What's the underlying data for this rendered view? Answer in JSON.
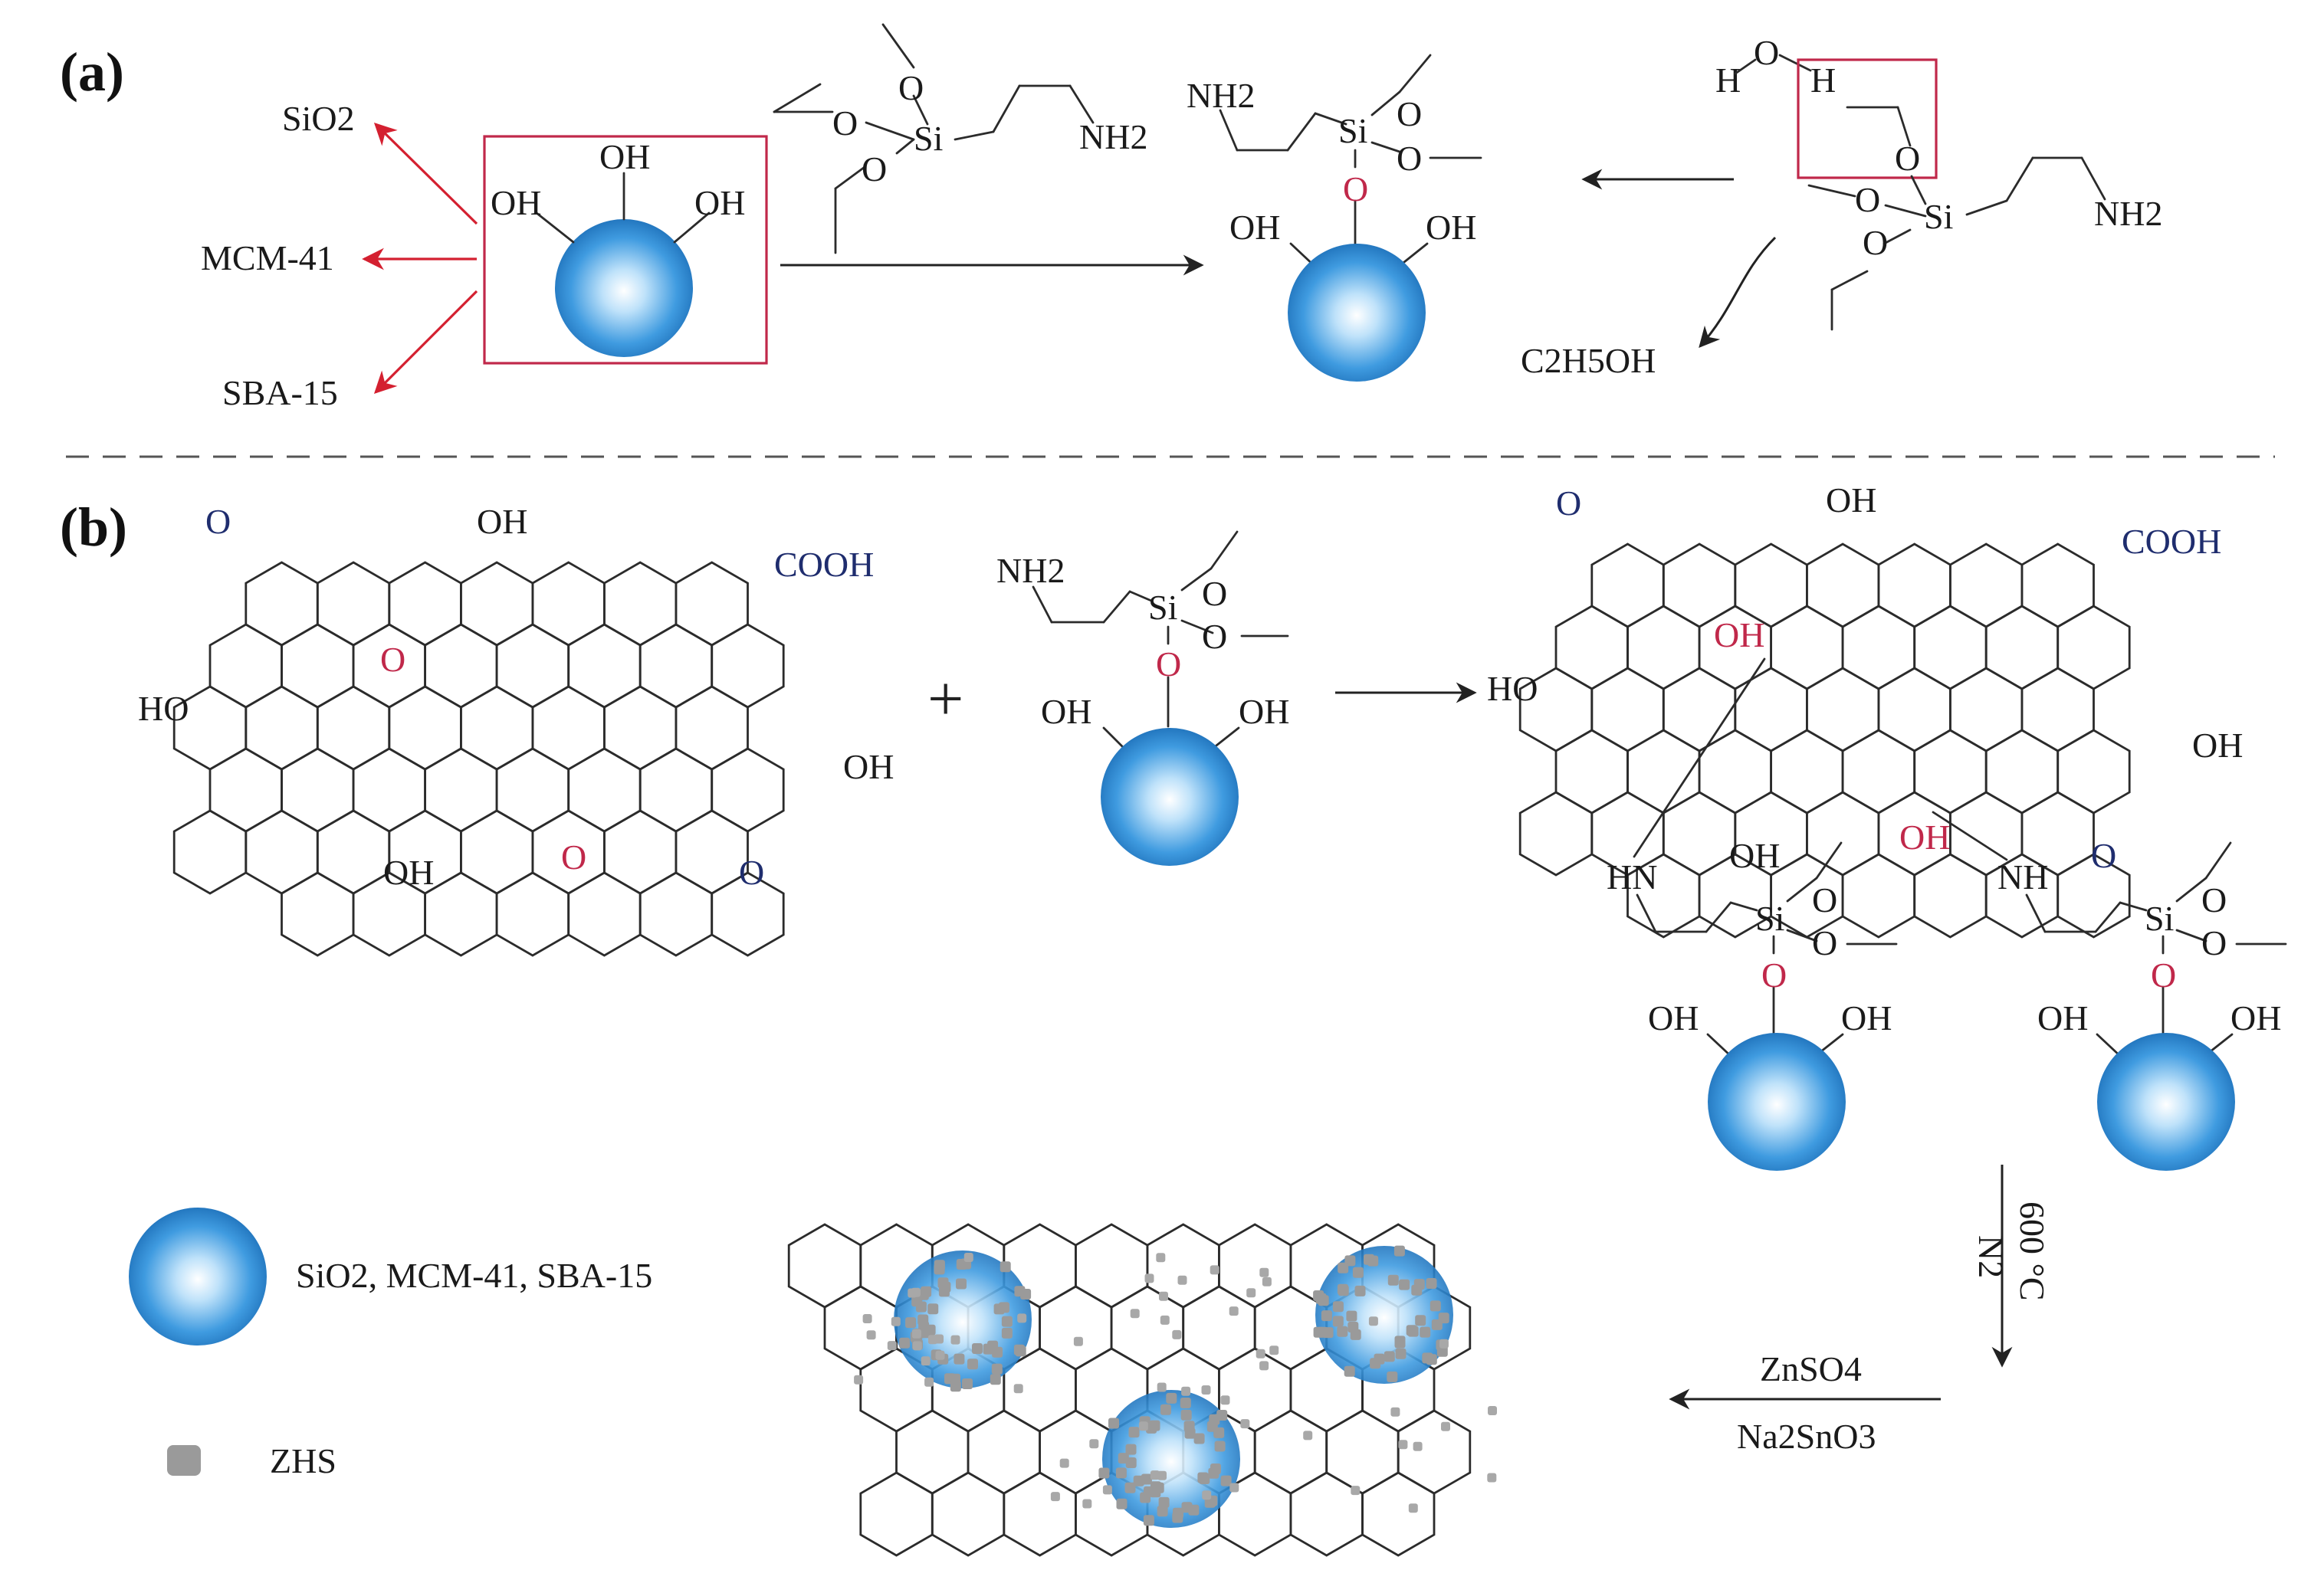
{
  "panels": {
    "a": "(a)",
    "b": "(b)"
  },
  "colors": {
    "accent_red": "#c0284a",
    "arrow_red": "#d42030",
    "carbonyl_navy": "#1f2d6e",
    "sphere_blue": "#2a86cf",
    "zhs_gray": "#9a9a9a"
  },
  "a": {
    "targets": [
      "SiO2",
      "MCM-41",
      "SBA-15"
    ],
    "oh": "OH",
    "nh2": "NH2",
    "si": "Si",
    "o": "O",
    "h": "H",
    "byproduct": "C2H5OH"
  },
  "b": {
    "o": "O",
    "oh": "OH",
    "ho": "HO",
    "cooh": "COOH",
    "nh2": "NH2",
    "hn": "HN",
    "nh": "NH",
    "si": "Si",
    "plus": "+",
    "cond_top": "600 °C",
    "cond_gas": "N2",
    "reagent_1": "ZnSO4",
    "reagent_2": "Na2SnO3"
  },
  "legend": {
    "sphere_label": "SiO2, MCM-41, SBA-15",
    "zhs_label": "ZHS"
  }
}
